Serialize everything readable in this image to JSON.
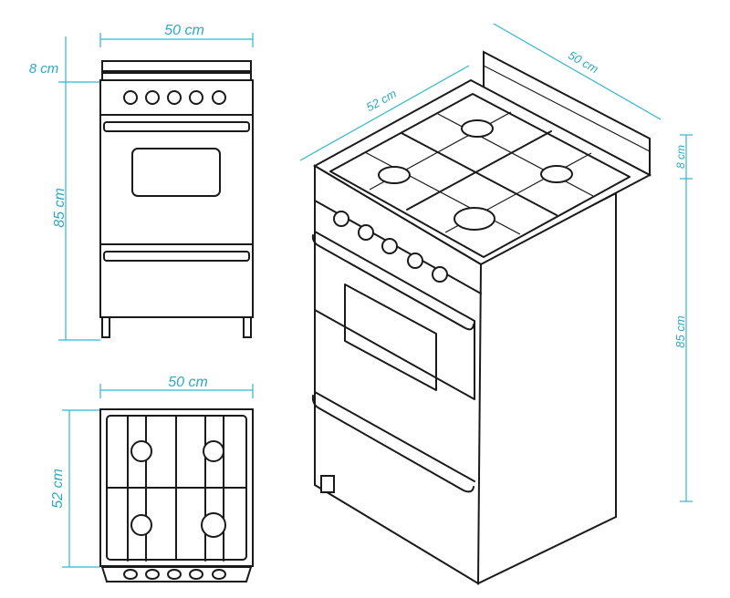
{
  "front_view": {
    "width_label": "50 cm",
    "top_label": "8 cm",
    "height_label": "85 cm"
  },
  "top_view": {
    "width_label": "50 cm",
    "depth_label": "52 cm"
  },
  "iso_view": {
    "width_label": "50 cm",
    "depth_label": "52 cm",
    "top_label": "8 cm",
    "height_label": "85 cm"
  },
  "colors": {
    "dimension": "#2fb6d6",
    "drawing": "#1a1a1a"
  }
}
